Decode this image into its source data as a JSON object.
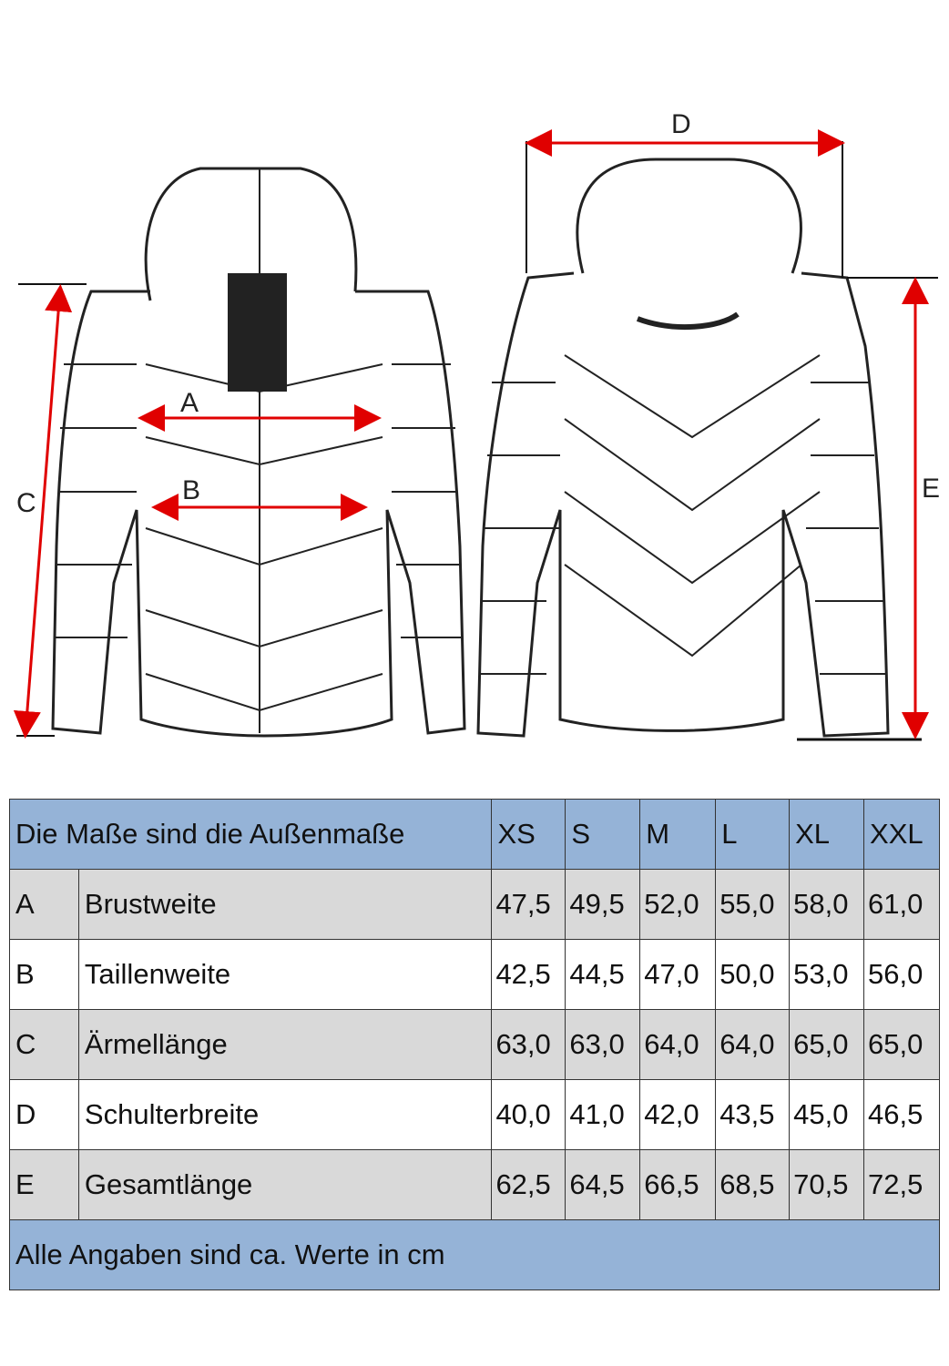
{
  "diagram": {
    "labels": {
      "a": "A",
      "b": "B",
      "c": "C",
      "d": "D",
      "e": "E"
    },
    "colors": {
      "arrow": "#e00000",
      "outline": "#222222"
    }
  },
  "table": {
    "title": "Die Maße sind die Außenmaße",
    "sizes": [
      "XS",
      "S",
      "M",
      "L",
      "XL",
      "XXL"
    ],
    "rows": [
      {
        "key": "A",
        "name": "Brustweite",
        "values": [
          "47,5",
          "49,5",
          "52,0",
          "55,0",
          "58,0",
          "61,0"
        ]
      },
      {
        "key": "B",
        "name": "Taillenweite",
        "values": [
          "42,5",
          "44,5",
          "47,0",
          "50,0",
          "53,0",
          "56,0"
        ]
      },
      {
        "key": "C",
        "name": "Ärmellänge",
        "values": [
          "63,0",
          "63,0",
          "64,0",
          "64,0",
          "65,0",
          "65,0"
        ]
      },
      {
        "key": "D",
        "name": "Schulterbreite",
        "values": [
          "40,0",
          "41,0",
          "42,0",
          "43,5",
          "45,0",
          "46,5"
        ]
      },
      {
        "key": "E",
        "name": "Gesamtlänge",
        "values": [
          "62,5",
          "64,5",
          "66,5",
          "68,5",
          "70,5",
          "72,5"
        ]
      }
    ],
    "footer": "Alle Angaben sind ca. Werte in cm",
    "colors": {
      "header": "#95b3d7",
      "gray_row": "#d9d9d9"
    }
  }
}
